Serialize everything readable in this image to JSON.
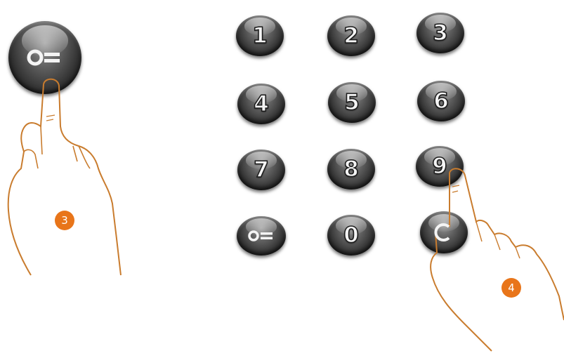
{
  "keypad": {
    "keys": [
      "1",
      "2",
      "3",
      "4",
      "5",
      "6",
      "7",
      "8",
      "9",
      "0"
    ],
    "key_icon": "key-icon",
    "clear_key_icon": "clear-icon"
  },
  "step_badges": {
    "step_3": "3",
    "step_4": "4"
  },
  "colors": {
    "badge": "#e8751a",
    "hand_outline": "#c97c2e",
    "key_body": "#262626"
  }
}
